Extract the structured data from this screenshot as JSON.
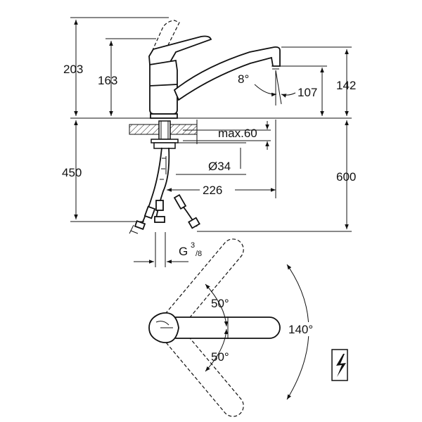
{
  "side_view": {
    "dim_203": "203",
    "dim_163": "163",
    "dim_450": "450",
    "dim_8deg": "8°",
    "dim_107": "107",
    "dim_142": "142",
    "dim_max60": "max.60",
    "dim_d34": "Ø34",
    "dim_226": "226",
    "dim_600": "600",
    "thread_g": "G",
    "thread_num": "3",
    "thread_den": "/8"
  },
  "top_view": {
    "angle_top": "50°",
    "angle_bottom": "50°",
    "angle_total": "140°"
  },
  "symbols": {
    "electric_symbol": "high-voltage-icon"
  },
  "colors": {
    "line": "#111111",
    "background": "#ffffff"
  }
}
